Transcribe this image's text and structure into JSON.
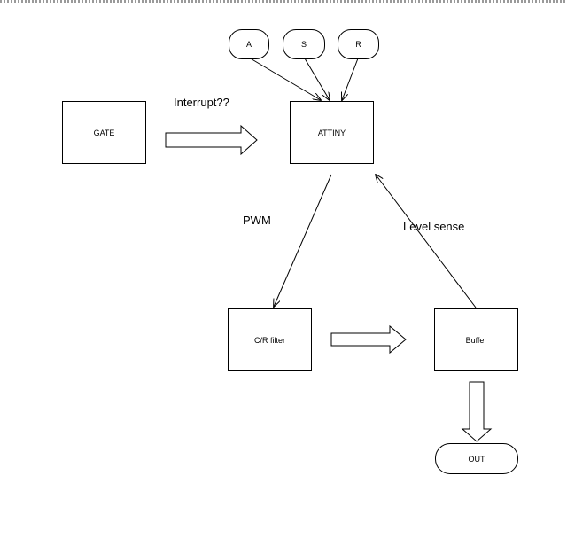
{
  "nodes": {
    "a": "A",
    "s": "S",
    "r": "R",
    "gate": "GATE",
    "attiny": "ATTINY",
    "cr_filter": "C/R filter",
    "buffer": "Buffer",
    "out": "OUT"
  },
  "labels": {
    "interrupt": "Interrupt??",
    "pwm": "PWM",
    "level_sense": "Level sense"
  }
}
